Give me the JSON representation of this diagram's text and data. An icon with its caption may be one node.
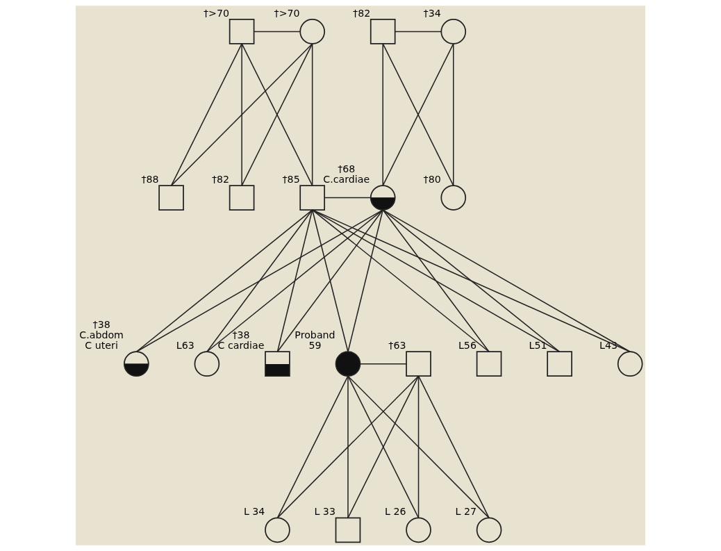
{
  "diagram": {
    "nodes": [
      {
        "text": [],
        "shape": "box",
        "beside": [
          "†>70"
        ]
      },
      {
        "text": [],
        "shape": "circle",
        "beside": [
          "†>70"
        ]
      },
      {
        "text": [],
        "shape": "box",
        "beside": [
          "†82"
        ]
      },
      {
        "text": [],
        "shape": "circle",
        "beside": [
          "†34"
        ]
      },
      {
        "text": [],
        "shape": "box",
        "beside": [
          "†88"
        ]
      },
      {
        "text": [],
        "shape": "box",
        "beside": [
          "†82"
        ]
      },
      {
        "text": [],
        "shape": "box",
        "beside": [
          "†85"
        ]
      },
      {
        "text": [],
        "shape": "circle",
        "beside": [
          "†68",
          "C.cardiae"
        ]
      },
      {
        "text": [],
        "shape": "circle",
        "beside": [
          "†80"
        ]
      },
      {
        "text": [],
        "shape": "circle",
        "beside": [
          "†38",
          "C.abdom",
          "C uteri"
        ]
      },
      {
        "text": [],
        "shape": "circle",
        "beside": [
          "L63"
        ]
      },
      {
        "text": [],
        "shape": "box",
        "beside": [
          "†38",
          "C cardiae"
        ]
      },
      {
        "text": [],
        "shape": "circle",
        "beside": [
          "Proband",
          "59"
        ]
      },
      {
        "text": [],
        "shape": "box",
        "beside": [
          "†63"
        ]
      },
      {
        "text": [],
        "shape": "box",
        "beside": [
          "L56"
        ]
      },
      {
        "text": [],
        "shape": "box",
        "beside": [
          "L51"
        ]
      },
      {
        "text": [],
        "shape": "circle",
        "beside": [
          "L43"
        ]
      },
      {
        "text": [],
        "shape": "circle",
        "beside": [
          "L 34"
        ]
      },
      {
        "text": [],
        "shape": "box",
        "beside": [
          "L 33"
        ]
      },
      {
        "text": [],
        "shape": "circle",
        "beside": [
          "L 26"
        ]
      },
      {
        "text": [],
        "shape": "circle",
        "beside": [
          "L 27"
        ]
      }
    ],
    "edges": [
      {
        "from": 0,
        "to": 1,
        "arrow": "none"
      },
      {
        "from": 2,
        "to": 3,
        "arrow": "none"
      },
      {
        "from": 0,
        "to": 4,
        "arrow": "none"
      },
      {
        "from": 1,
        "to": 4,
        "arrow": "none"
      },
      {
        "from": 0,
        "to": 5,
        "arrow": "none"
      },
      {
        "from": 1,
        "to": 5,
        "arrow": "none"
      },
      {
        "from": 0,
        "to": 6,
        "arrow": "none"
      },
      {
        "from": 1,
        "to": 6,
        "arrow": "none"
      },
      {
        "from": 2,
        "to": 7,
        "arrow": "none"
      },
      {
        "from": 3,
        "to": 7,
        "arrow": "none"
      },
      {
        "from": 2,
        "to": 8,
        "arrow": "none"
      },
      {
        "from": 3,
        "to": 8,
        "arrow": "none"
      },
      {
        "from": 6,
        "to": 7,
        "arrow": "none"
      },
      {
        "from": 6,
        "to": 9,
        "arrow": "none"
      },
      {
        "from": 7,
        "to": 9,
        "arrow": "none"
      },
      {
        "from": 6,
        "to": 10,
        "arrow": "none"
      },
      {
        "from": 7,
        "to": 10,
        "arrow": "none"
      },
      {
        "from": 6,
        "to": 11,
        "arrow": "none"
      },
      {
        "from": 7,
        "to": 11,
        "arrow": "none"
      },
      {
        "from": 6,
        "to": 12,
        "arrow": "none"
      },
      {
        "from": 7,
        "to": 12,
        "arrow": "none"
      },
      {
        "from": 6,
        "to": 14,
        "arrow": "none"
      },
      {
        "from": 7,
        "to": 14,
        "arrow": "none"
      },
      {
        "from": 6,
        "to": 15,
        "arrow": "none"
      },
      {
        "from": 7,
        "to": 15,
        "arrow": "none"
      },
      {
        "from": 6,
        "to": 16,
        "arrow": "none"
      },
      {
        "from": 7,
        "to": 16,
        "arrow": "none"
      },
      {
        "from": 12,
        "to": 13,
        "arrow": "none"
      },
      {
        "from": 12,
        "to": 17,
        "arrow": "none"
      },
      {
        "from": 13,
        "to": 17,
        "arrow": "none"
      },
      {
        "from": 12,
        "to": 18,
        "arrow": "none"
      },
      {
        "from": 13,
        "to": 18,
        "arrow": "none"
      },
      {
        "from": 12,
        "to": 19,
        "arrow": "none"
      },
      {
        "from": 13,
        "to": 19,
        "arrow": "none"
      },
      {
        "from": 12,
        "to": 20,
        "arrow": "none"
      },
      {
        "from": 13,
        "to": 20,
        "arrow": "none"
      }
    ]
  }
}
